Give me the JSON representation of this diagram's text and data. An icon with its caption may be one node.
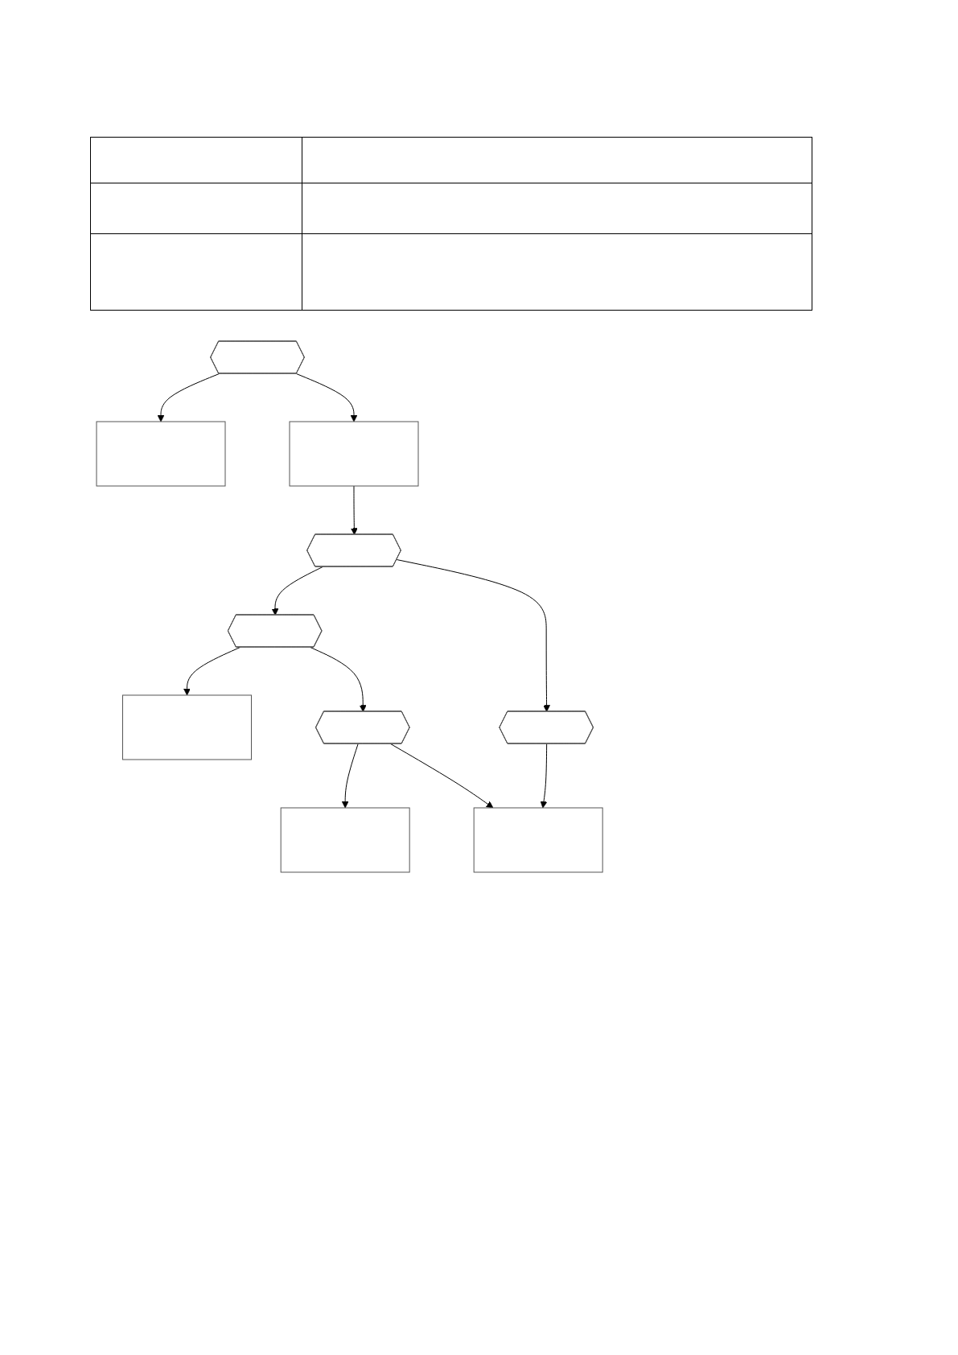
{
  "diagram": {
    "nodes": [
      {
        "text": [],
        "shape": "hexagon"
      },
      {
        "text": [],
        "shape": "box"
      },
      {
        "text": [],
        "shape": "box"
      },
      {
        "text": [],
        "shape": "hexagon"
      },
      {
        "text": [],
        "shape": "hexagon"
      },
      {
        "text": [],
        "shape": "box"
      },
      {
        "text": [],
        "shape": "hexagon"
      },
      {
        "text": [],
        "shape": "box"
      },
      {
        "text": [],
        "shape": "hexagon"
      },
      {
        "text": [],
        "shape": "box"
      }
    ],
    "edges": [
      {
        "from": 0,
        "to": 1,
        "arrow": "to"
      },
      {
        "from": 0,
        "to": 2,
        "arrow": "to"
      },
      {
        "from": 2,
        "to": 3,
        "arrow": "to"
      },
      {
        "from": 3,
        "to": 4,
        "arrow": "to"
      },
      {
        "from": 4,
        "to": 5,
        "arrow": "to"
      },
      {
        "from": 4,
        "to": 6,
        "arrow": "to"
      },
      {
        "from": 6,
        "to": 7,
        "arrow": "to"
      },
      {
        "from": 3,
        "to": 8,
        "arrow": "to"
      },
      {
        "from": 8,
        "to": 9,
        "arrow": "to"
      },
      {
        "from": 6,
        "to": 9,
        "arrow": "to"
      }
    ]
  }
}
